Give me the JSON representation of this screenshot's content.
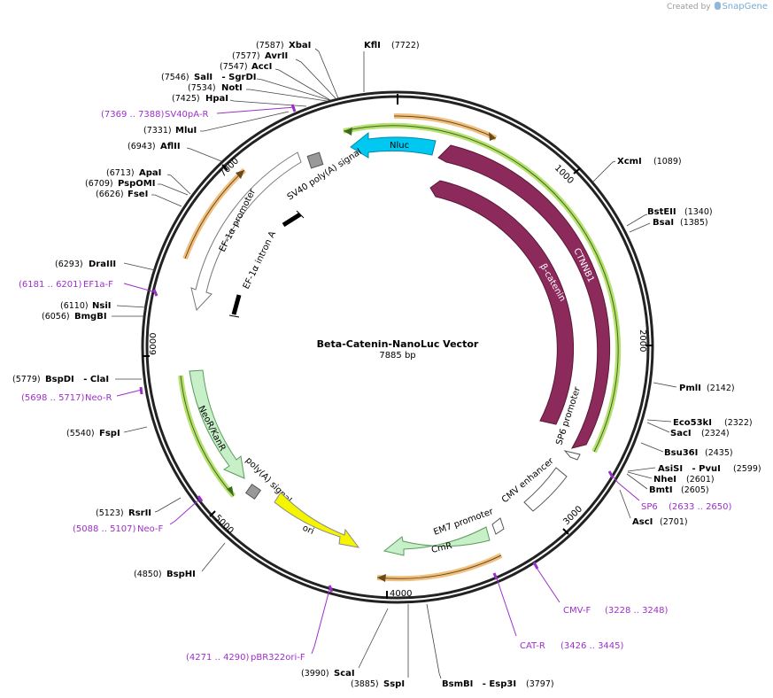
{
  "credit": {
    "prefix": "Created by",
    "brand": "SnapGene"
  },
  "map": {
    "name": "Beta-Catenin-NanoLuc Vector",
    "length_label": "7885 bp",
    "total_bp": 7885,
    "tick_labels": [
      "1000",
      "2000",
      "3000",
      "4000",
      "5000",
      "6000",
      "7000"
    ],
    "sites": [
      {
        "name": "KflI",
        "pos": "(7722)"
      },
      {
        "name": "XbaI",
        "pos": "(7587)"
      },
      {
        "name": "AvrII",
        "pos": "(7577)"
      },
      {
        "name": "AccI",
        "pos": "(7547)"
      },
      {
        "name": "SalI   - SgrDI",
        "pos": "(7546)"
      },
      {
        "name": "NotI",
        "pos": "(7534)"
      },
      {
        "name": "HpaI",
        "pos": "(7425)"
      },
      {
        "name": "MluI",
        "pos": "(7331)"
      },
      {
        "name": "AflII",
        "pos": "(6943)"
      },
      {
        "name": "ApaI",
        "pos": "(6713)"
      },
      {
        "name": "PspOMI",
        "pos": "(6709)"
      },
      {
        "name": "FseI",
        "pos": "(6626)"
      },
      {
        "name": "DraIII",
        "pos": "(6293)"
      },
      {
        "name": "NsiI",
        "pos": "(6110)"
      },
      {
        "name": "BmgBI",
        "pos": "(6056)"
      },
      {
        "name": "BspDI   - ClaI",
        "pos": "(5779)"
      },
      {
        "name": "FspI",
        "pos": "(5540)"
      },
      {
        "name": "RsrII",
        "pos": "(5123)"
      },
      {
        "name": "BspHI",
        "pos": "(4850)"
      },
      {
        "name": "ScaI",
        "pos": "(3990)"
      },
      {
        "name": "SspI",
        "pos": "(3885)"
      },
      {
        "name": "BsmBI   - Esp3I",
        "pos": "(3797)"
      },
      {
        "name": "XcmI",
        "pos": "(1089)"
      },
      {
        "name": "BstEII",
        "pos": "(1340)"
      },
      {
        "name": "BsaI",
        "pos": "(1385)"
      },
      {
        "name": "PmlI",
        "pos": "(2142)"
      },
      {
        "name": "Eco53kI",
        "pos": "(2322)"
      },
      {
        "name": "SacI",
        "pos": "(2324)"
      },
      {
        "name": "Bsu36I",
        "pos": "(2435)"
      },
      {
        "name": "AsiSI   - PvuI",
        "pos": "(2599)"
      },
      {
        "name": "NheI",
        "pos": "(2601)"
      },
      {
        "name": "BmtI",
        "pos": "(2605)"
      },
      {
        "name": "AscI",
        "pos": "(2701)"
      }
    ],
    "primers": [
      {
        "name": "SV40pA-R",
        "range": "(7369 .. 7388)"
      },
      {
        "name": "EF1a-F",
        "range": "(6181 .. 6201)"
      },
      {
        "name": "Neo-R",
        "range": "(5698 .. 5717)"
      },
      {
        "name": "Neo-F",
        "range": "(5088 .. 5107)"
      },
      {
        "name": "pBR322ori-F",
        "range": "(4271 .. 4290)"
      },
      {
        "name": "CAT-R",
        "range": "(3426 .. 3445)"
      },
      {
        "name": "CMV-F",
        "range": "(3228 .. 3248)"
      },
      {
        "name": "SP6",
        "range": "(2633 .. 2650)"
      }
    ],
    "features": {
      "nluc": "Nluc",
      "ctnnb1": "CTNNB1",
      "beta_catenin": "β-catenin",
      "sv40_polya": "SV40 poly(A) signal",
      "ef1a_promoter": "EF-1α promoter",
      "ef1a_intron": "EF-1α intron A",
      "neor": "NeoR/KanR",
      "polya": "poly(A) signal",
      "ori": "ori",
      "cmr": "CmR",
      "em7": "EM7 promoter",
      "cmv": "CMV enhancer",
      "sp6_promoter": "SP6 promoter"
    },
    "colors": {
      "nluc": "#00c8f0",
      "ctnnb1": "#8c2a5c",
      "neor": "#c8f0c8",
      "cmr": "#c8f0c8",
      "ori": "#f5f500",
      "orf_highlight": "#f0c080",
      "orf_green": "#88cc44",
      "primer": "#9b30c8",
      "terminator": "#999999"
    }
  }
}
